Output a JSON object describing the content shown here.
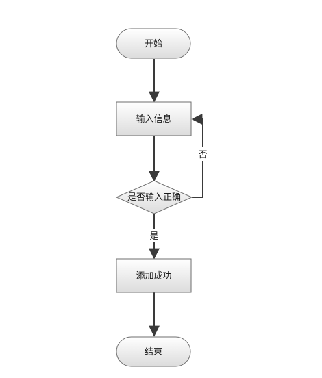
{
  "nodes": {
    "start": "开始",
    "input": "输入信息",
    "decision": "是否输入正确",
    "success": "添加成功",
    "end": "结束"
  },
  "edges": {
    "no_label": "否",
    "yes_label": "是"
  },
  "colors": {
    "node_fill_top": "#ffffff",
    "node_fill_bottom": "#dcdcdc",
    "node_stroke": "#6e6e6e",
    "line": "#3a3a3a"
  }
}
